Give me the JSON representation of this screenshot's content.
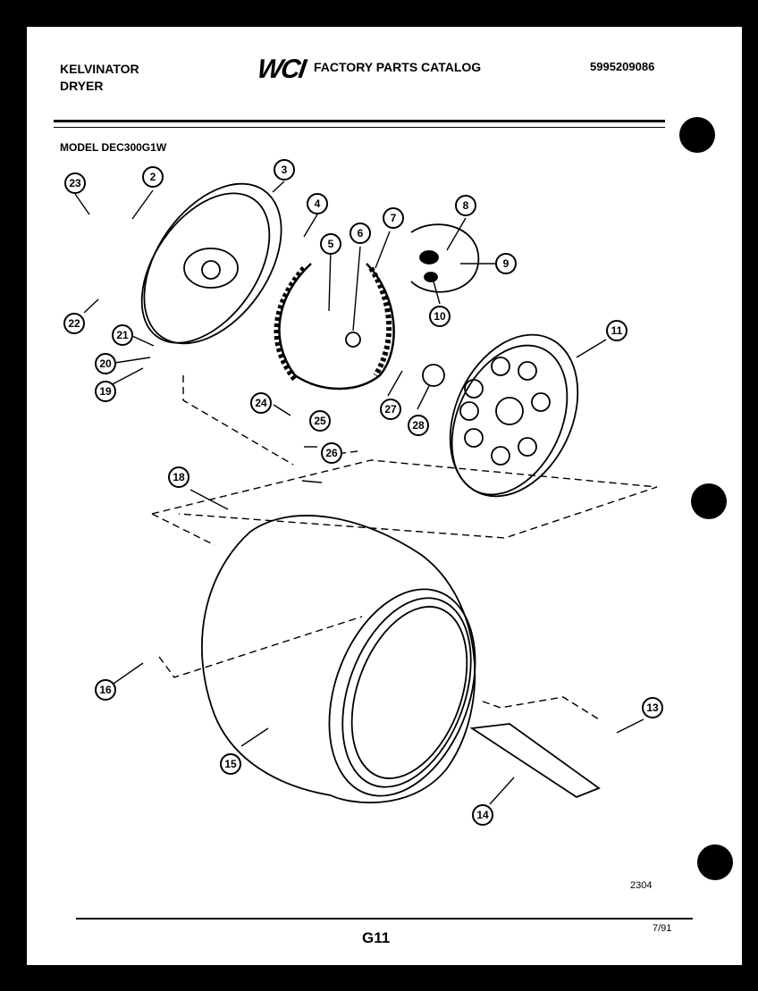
{
  "header": {
    "brand_line1": "KELVINATOR",
    "brand_line2": "DRYER",
    "logo": "WCI",
    "catalog_title": "FACTORY PARTS CATALOG",
    "part_number": "5995209086"
  },
  "model_label": "MODEL DEC300G1W",
  "diagram_number": "2304",
  "footer": {
    "page_code": "G11",
    "date": "7/91"
  },
  "callouts": [
    "2",
    "3",
    "4",
    "5",
    "6",
    "7",
    "8",
    "9",
    "10",
    "11",
    "13",
    "14",
    "15",
    "16",
    "18",
    "19",
    "20",
    "21",
    "22",
    "23",
    "24",
    "25",
    "26",
    "27",
    "28"
  ],
  "colors": {
    "ink": "#000000",
    "paper": "#ffffff",
    "background": "#000000"
  }
}
